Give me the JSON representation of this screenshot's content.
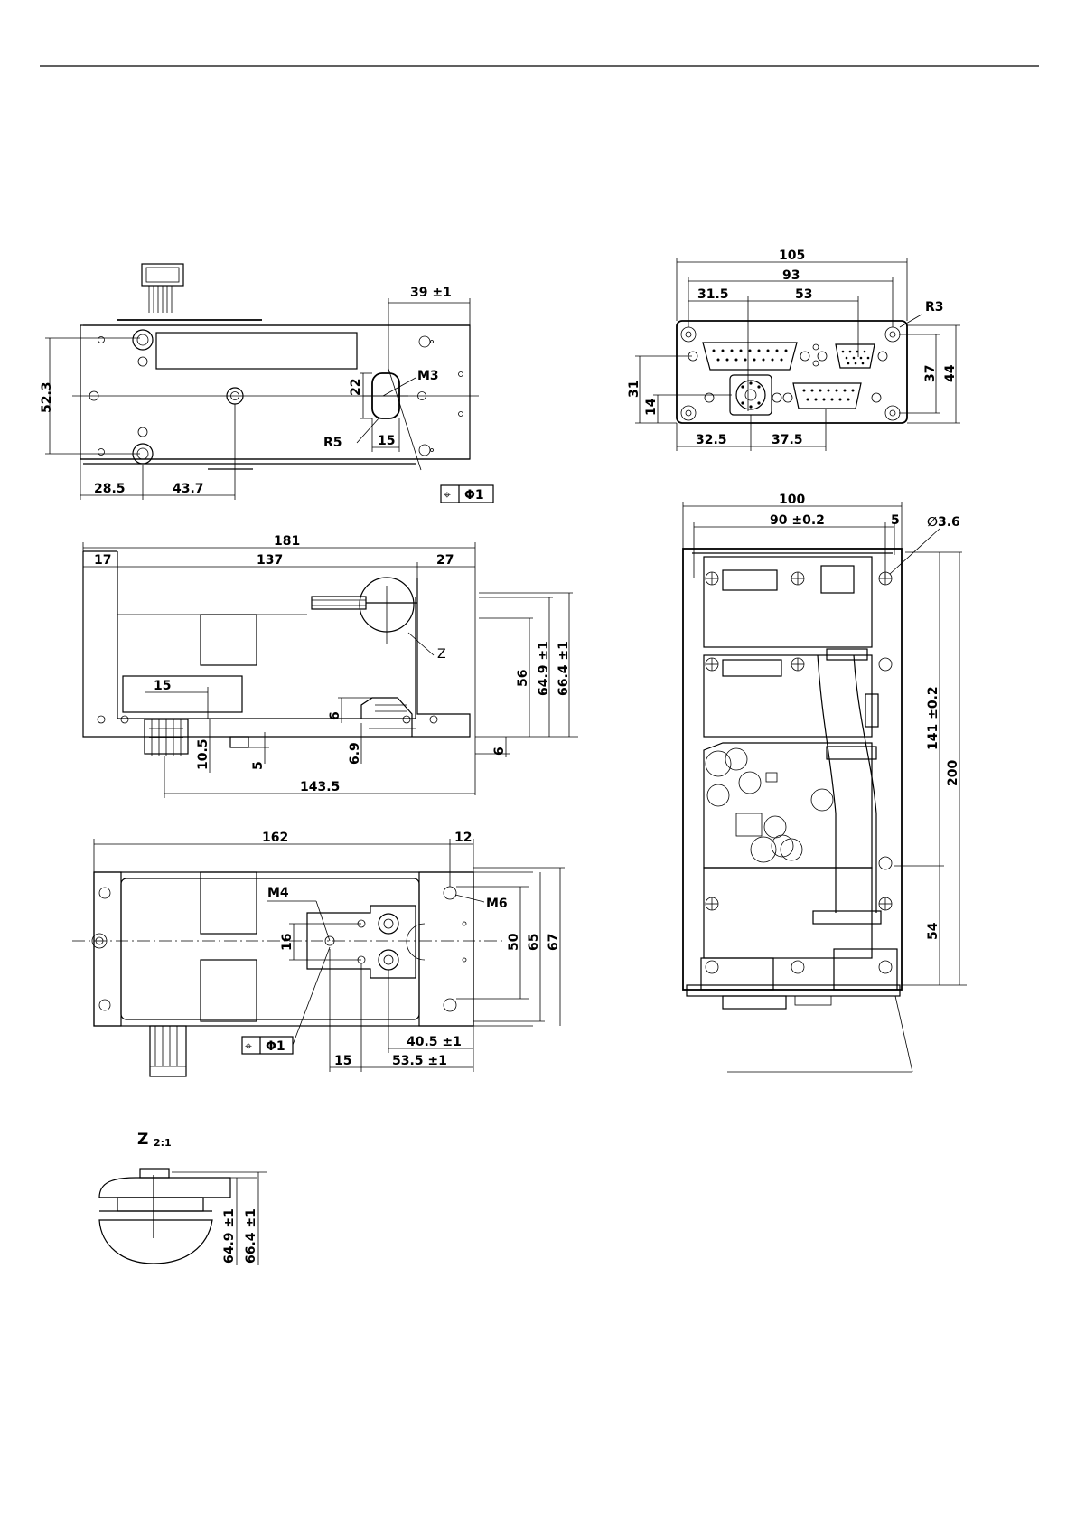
{
  "top_view": {
    "dims": {
      "d39": "39 ±1",
      "d52_3": "52.3",
      "d22": "22",
      "d15": "15",
      "d28_5": "28.5",
      "d43_7": "43.7"
    },
    "labels": {
      "m3": "M3",
      "r5": "R5"
    },
    "tolerance": {
      "symbol": "⌖",
      "value": "Φ1"
    }
  },
  "front_end_view": {
    "dims": {
      "d105": "105",
      "d93": "93",
      "d31_5": "31.5",
      "d53": "53",
      "d31": "31",
      "d14": "14",
      "d37": "37",
      "d44": "44",
      "d32_5": "32.5",
      "d37_5": "37.5"
    },
    "labels": {
      "r3": "R3"
    }
  },
  "side_view": {
    "dims": {
      "d181": "181",
      "d17": "17",
      "d137": "137",
      "d27": "27",
      "d56": "56",
      "d64_9": "64.9 ±1",
      "d66_4": "66.4 ±1",
      "d15": "15",
      "d6a": "6",
      "d6b": "6",
      "d10_5": "10.5",
      "d5": "5",
      "d6_9": "6.9",
      "d143_5": "143.5"
    },
    "labels": {
      "z": "Z"
    }
  },
  "rear_view": {
    "dims": {
      "d100": "100",
      "d90": "90 ±0.2",
      "d5": "5",
      "d3_6": "∅3.6",
      "d141": "141 ±0.2",
      "d200": "200",
      "d54": "54"
    }
  },
  "bottom_view": {
    "dims": {
      "d162": "162",
      "d12": "12",
      "d16": "16",
      "d50": "50",
      "d65": "65",
      "d67": "67",
      "d40_5": "40.5 ±1",
      "d15": "15",
      "d53_5": "53.5 ±1"
    },
    "labels": {
      "m4": "M4",
      "m6": "M6"
    },
    "tolerance": {
      "symbol": "⌖",
      "value": "Φ1"
    }
  },
  "detail_z": {
    "title": "Z",
    "scale": "2:1",
    "dims": {
      "d64_9": "64.9 ±1",
      "d66_4": "66.4 ±1"
    }
  }
}
